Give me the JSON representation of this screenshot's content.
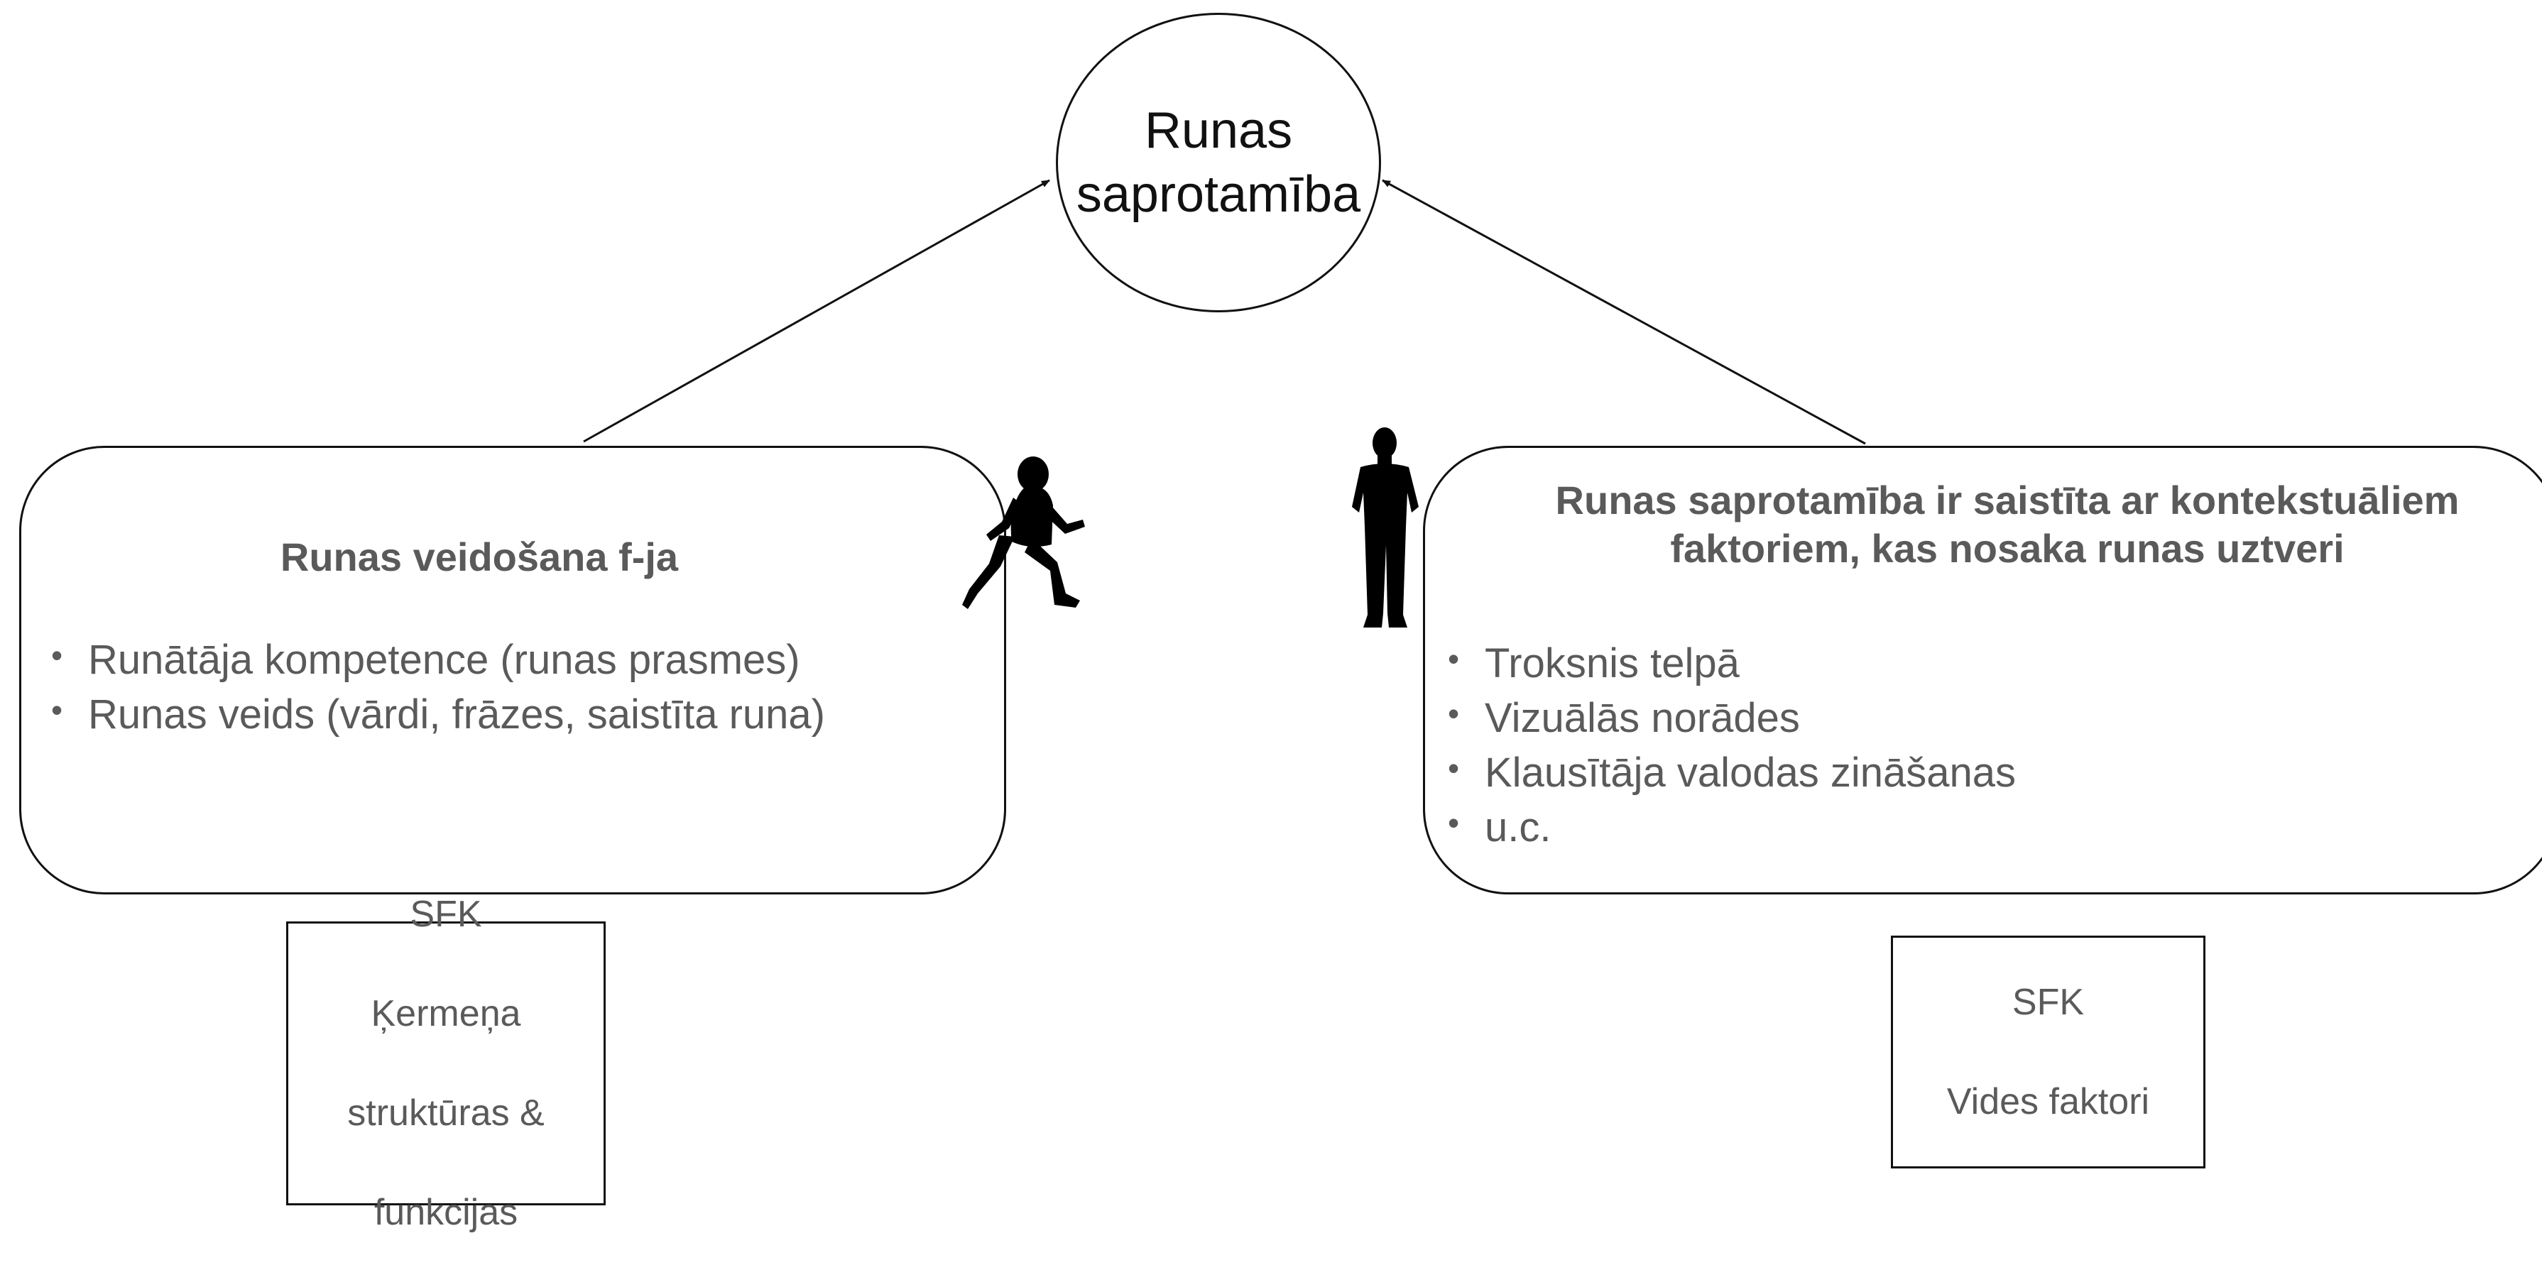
{
  "center_node": {
    "line1": "Runas",
    "line2": "saprotamība"
  },
  "left_panel": {
    "title": "Runas veidošana f-ja",
    "bullets": [
      "Runātāja kompetence (runas prasmes)",
      "Runas veids  (vārdi, frāzes, saistīta runa)"
    ]
  },
  "right_panel": {
    "title_line1": "Runas saprotamība ir saistīta ar kontekstuāliem",
    "title_line2": "faktoriem, kas nosaka runas uztveri",
    "bullets": [
      "Troksnis telpā",
      "Vizuālās norādes",
      "Klausītāja valodas zināšanas",
      "u.c."
    ]
  },
  "left_box": {
    "lines": [
      "SFK",
      "Ķermeņa",
      "struktūras &",
      "funkcijas"
    ]
  },
  "right_box": {
    "lines": [
      "SFK",
      "Vides faktori"
    ]
  },
  "icons": {
    "left": "running-child-icon",
    "right": "standing-man-icon"
  },
  "colors": {
    "line": "#111111",
    "text": "#5a5a5a",
    "center_text": "#111111"
  }
}
